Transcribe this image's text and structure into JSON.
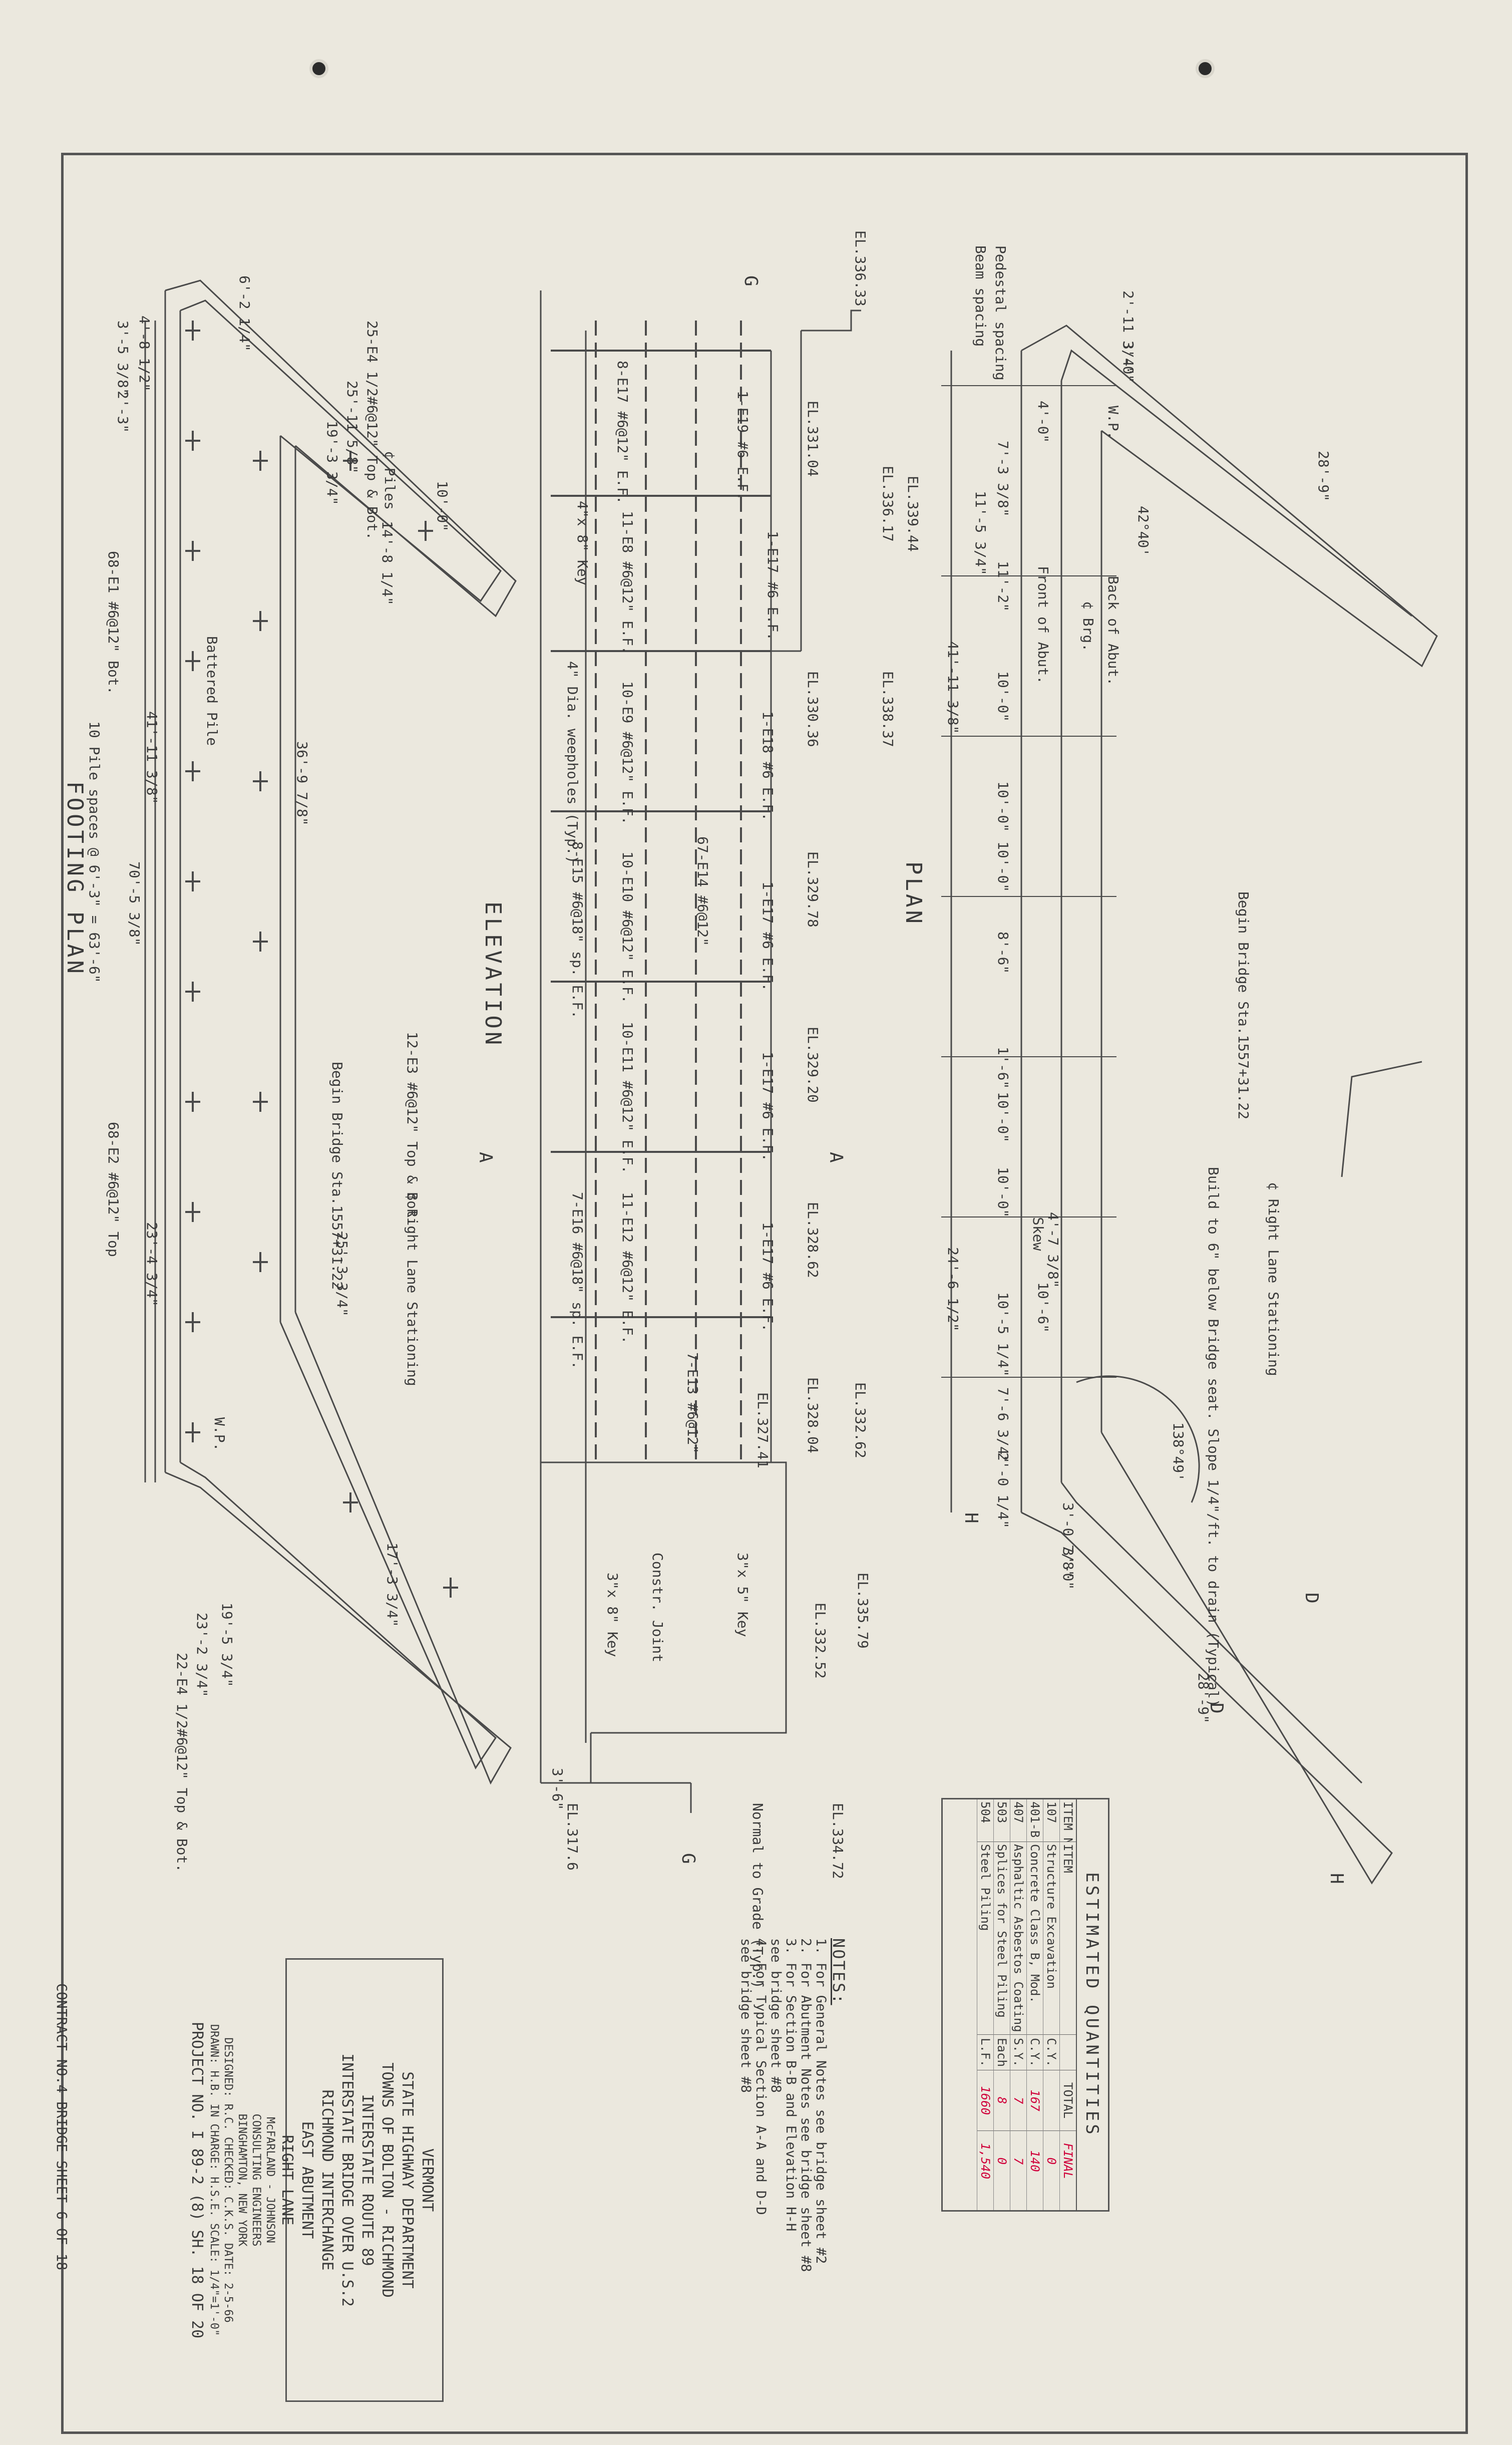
{
  "sections": {
    "footing_plan": "FOOTING PLAN",
    "elevation": "ELEVATION",
    "plan": "PLAN"
  },
  "footing_plan": {
    "labels": [
      "6'-2 1/4\"",
      "4'-8 1/2\"",
      "3'-5 3/8\"",
      "2'-3\"",
      "25-E4 1/2#6@12\" Top & Bot.",
      "25'-11 5/8\"",
      "19'-3 3/4\"",
      "10'-0\"",
      "14'-8 1/4\"",
      "¢ Piles",
      "Battered Pile",
      "36'-9 7/8\"",
      "41'-11 3/8\"",
      "70'-5 3/8\"",
      "68-E1 #6@12\" Bot.",
      "10 Pile spaces @ 6'-3\" = 63'-6\"",
      "12-E3 #6@12\" Top & Bot.",
      "Begin Bridge Sta.1557+31.22",
      "¢ Right Lane Stationing",
      "25'-3 3/4\"",
      "68-E2 #6@12\" Top",
      "23'-4 3/4\"",
      "17'-3 3/4\"",
      "19'-5 3/4\"",
      "23'-2 3/4\"",
      "22-E4 1/2#6@12\" Top & Bot.",
      "W.P."
    ]
  },
  "elevation": {
    "labels": [
      "EL.336.33",
      "EL.331.04",
      "1-E19 #6 E.F.",
      "EL.336.17",
      "EL.339.44",
      "8-E17 #6@12\" E.F.",
      "1-E17 #6 E.F.",
      "EL.338.37",
      "4\"x 8\" Key",
      "11-E8 #6@12\" E.F.",
      "EL.330.36",
      "1-E18 #6 E.F.",
      "4\" Dia. weepholes (Typ.)",
      "10-E9 #6@12\" E.F.",
      "67-E14 #6@12\"",
      "EL.329.78",
      "8-E15 #6@18\" sp. E.F.",
      "10-E10 #6@12\" E.F.",
      "1-E17 #6 E.F.",
      "EL.329.20",
      "10-E11 #6@12\" E.F.",
      "1-E17 #6 E.F.",
      "EL.328.62",
      "7-E16 #6@18\" sp. E.F.",
      "11-E12 #6@12\" E.F.",
      "1-E17 #6 E.F.",
      "7-E13 #6@12\"",
      "EL.328.04",
      "EL.327.41",
      "EL.332.62",
      "3\"x 5\" Key",
      "Constr. Joint",
      "3\"x 8\" Key",
      "EL.335.79",
      "EL.332.52",
      "EL.334.72",
      "EL.317.6",
      "Normal to Grade (Typ.)",
      "3'-6\"",
      "G",
      "A"
    ]
  },
  "plan": {
    "labels": [
      "2'-11 3/4\"",
      "3'-0\"",
      "Pedestal spacing",
      "Beam spacing",
      "4'-0\"",
      "7'-3 3/8\"",
      "11'-5 3/4\"",
      "11'-2\"",
      "41'-11 3/8\"",
      "10'-0\"",
      "10'-0\"",
      "10'-0\"",
      "8'-6\"",
      "1'-6\"",
      "10'-0\"",
      "10'-0\"",
      "24'-6 1/2\"",
      "10'-5 1/4\"",
      "7'-6 3/4\"",
      "2'-0 1/4\"",
      "Back of Abut.",
      "¢ Brg.",
      "Front of Abut.",
      "W.P.",
      "28'-9\"",
      "42°40'",
      "Begin Bridge Sta.1557+31.22",
      "Build to 6\" below Bridge seat. Slope 1/4\"/ft. to drain (Typical)",
      "¢ Right Lane Stationing",
      "4'-7 3/8\"",
      "Skew",
      "10'-6\"",
      "138°49'",
      "3'-0 7/8\"",
      "3'-0\"",
      "28'-9\"",
      "H",
      "D"
    ]
  },
  "estimated_quantities": {
    "title": "ESTIMATED QUANTITIES",
    "headers": {
      "no": "ITEM NO.",
      "item": "ITEM",
      "unit": "",
      "total": "TOTAL",
      "final": "FINAL"
    },
    "rows": [
      {
        "no": "107",
        "item": "Structure Excavation",
        "unit": "C.Y.",
        "total": "",
        "final": "0"
      },
      {
        "no": "401-B",
        "item": "Concrete Class B, Mod.",
        "unit": "C.Y.",
        "total": "167",
        "final": "140"
      },
      {
        "no": "407",
        "item": "Asphaltic Asbestos Coating",
        "unit": "S.Y.",
        "total": "7",
        "final": "7"
      },
      {
        "no": "503",
        "item": "Splices for Steel Piling",
        "unit": "Each",
        "total": "8",
        "final": "0"
      },
      {
        "no": "504",
        "item": "Steel Piling",
        "unit": "L.F.",
        "total": "1660",
        "final": "1,540"
      }
    ]
  },
  "notes": {
    "title": "NOTES:",
    "items": [
      "1.  For General Notes see bridge sheet #2",
      "2.  For Abutment Notes see bridge sheet #8",
      "3.  For Section B-B and Elevation H-H",
      "     see bridge sheet #8",
      "4.  For Typical Section A-A and D-D",
      "     see bridge sheet #8"
    ]
  },
  "title_block": {
    "state": "VERMONT",
    "dept": "STATE HIGHWAY DEPARTMENT",
    "towns": "TOWNS OF BOLTON - RICHMOND",
    "route": "INTERSTATE ROUTE 89",
    "bridge": "INTERSTATE BRIDGE OVER U.S.2",
    "interchange": "RICHMOND INTERCHANGE",
    "abutment": "EAST ABUTMENT",
    "lane": "RIGHT LANE",
    "firm": "McFARLAND - JOHNSON",
    "firm_type": "CONSULTING ENGINEERS",
    "firm_city": "BINGHAMTON, NEW YORK",
    "designed": "DESIGNED: R.C.  CHECKED: C.K.S.  DATE: 2-5-66",
    "drawn": "DRAWN: H.B.  IN CHARGE: H.S.E.  SCALE: 1/4\"=1'-0\"",
    "project": "PROJECT NO. I 89-2 (8) SH. 18  OF  20",
    "contract": "CONTRACT NO.4   BRIDGE SHEET 6  OF 18"
  }
}
